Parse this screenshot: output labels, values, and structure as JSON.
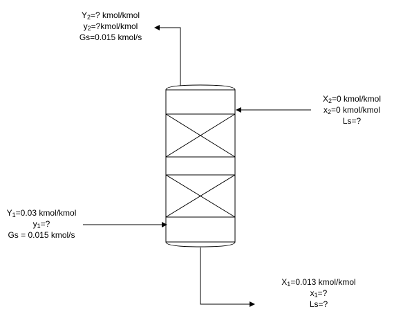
{
  "top_stream": {
    "line1": {
      "pre": "Y",
      "sub": "2",
      "post": "=? kmol/kmol"
    },
    "line2": {
      "pre": "y",
      "sub": "2",
      "post": "=?kmol/kmol"
    },
    "line3": "Gs=0.015 kmol/s"
  },
  "left_stream": {
    "line1": {
      "pre": "Y",
      "sub": "1",
      "post": "=0.03 kmol/kmol"
    },
    "line2": {
      "pre": "y",
      "sub": "1",
      "post": "=?"
    },
    "line3": "Gs = 0.015 kmol/s"
  },
  "right_stream": {
    "line1": {
      "pre": "X",
      "sub": "2",
      "post": "=0 kmol/kmol"
    },
    "line2": {
      "pre": "x",
      "sub": "2",
      "post": "=0 kmol/kmol"
    },
    "line3": "Ls=?"
  },
  "bottom_stream": {
    "line1": {
      "pre": "X",
      "sub": "1",
      "post": "=0.013 kmol/kmol"
    },
    "line2": {
      "pre": "x",
      "sub": "1",
      "post": "=?"
    },
    "line3": "Ls=?"
  },
  "colors": {
    "stroke": "#000000",
    "background": "#ffffff"
  }
}
